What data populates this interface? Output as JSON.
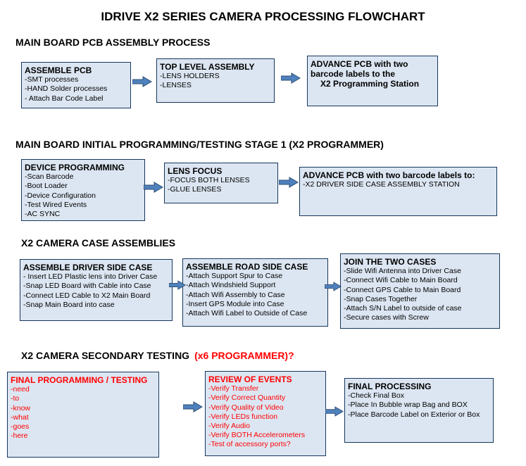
{
  "title": "IDRIVE X2  SERIES CAMERA PROCESSING FLOWCHART",
  "colors": {
    "box_fill": "#dce6f2",
    "box_border": "#16365c",
    "arrow_fill": "#4f81bd",
    "red_text": "#ff0000"
  },
  "sections": [
    {
      "heading": "MAIN BOARD PCB ASSEMBLY PROCESS",
      "boxes": [
        {
          "title": "ASSEMBLE PCB",
          "items": [
            "-SMT processes",
            "-HAND Solder processes",
            "- Attach Bar Code Label"
          ]
        },
        {
          "title": "TOP LEVEL ASSEMBLY",
          "items": [
            "-LENS HOLDERS",
            "-LENSES"
          ]
        },
        {
          "title": "ADVANCE PCB with two barcode labels to the",
          "title_line2": "X2 Programming Station",
          "items": []
        }
      ]
    },
    {
      "heading": "MAIN BOARD INITIAL PROGRAMMING/TESTING STAGE 1 (X2 PROGRAMMER)",
      "boxes": [
        {
          "title": "DEVICE PROGRAMMING",
          "items": [
            "-Scan Barcode",
            "-Boot Loader",
            "-Device Configuration",
            "-Test Wired Events",
            "-AC SYNC"
          ]
        },
        {
          "title": "LENS FOCUS",
          "items": [
            "-FOCUS BOTH LENSES",
            "-GLUE LENSES"
          ]
        },
        {
          "title": "ADVANCE PCB with two barcode labels to:",
          "items": [
            "-X2 DRIVER  SIDE  CASE  ASSEMBLY STATION"
          ]
        }
      ]
    },
    {
      "heading": "X2 CAMERA CASE ASSEMBLIES",
      "boxes": [
        {
          "title": "ASSEMBLE DRIVER SIDE CASE",
          "items": [
            "- Insert LED Plastic lens into Driver Case",
            "-Snap LED Board with Cable into Case",
            "-Connect LED Cable to X2 Main Board",
            "-Snap Main Board into case"
          ]
        },
        {
          "title": "ASSEMBLE ROAD SIDE CASE",
          "items": [
            "-Attach Support Spur to Case",
            "-Attach Windshield Support",
            "-Attach Wifi Assembly to Case",
            "-Insert GPS Module into Case",
            "-Attach Wifi Label to Outside of Case"
          ]
        },
        {
          "title": "JOIN THE TWO CASES",
          "items": [
            "-Slide Wifi Antenna into Driver Case",
            "-Connect Wifi Cable to Main Board",
            "-Connect GPS Cable to Main Board",
            "-Snap Cases Together",
            "-Attach S/N Label to outside of case",
            "-Secure cases with Screw"
          ]
        }
      ]
    },
    {
      "heading": "X2 CAMERA SECONDARY TESTING",
      "heading_red": "(x6 PROGRAMMER)?",
      "boxes": [
        {
          "title": "FINAL PROGRAMMING / TESTING",
          "items": [
            "-need",
            "-to",
            "-know",
            "-what",
            "-goes",
            "-here"
          ]
        },
        {
          "title": "REVIEW OF EVENTS",
          "items": [
            "-Verify Transfer",
            "-Verify Correct Quantity",
            "-Verify Quality of Video",
            "-Verify LEDs function",
            "-Verify Audio",
            "-Verify BOTH Accelerometers",
            "-Test of accessory ports?"
          ]
        },
        {
          "title": "FINAL PROCESSING",
          "items": [
            "-Check Final Box",
            "-Place In Bubble wrap Bag and BOX",
            "-Place Barcode Label on Exterior or Box"
          ]
        }
      ]
    }
  ]
}
